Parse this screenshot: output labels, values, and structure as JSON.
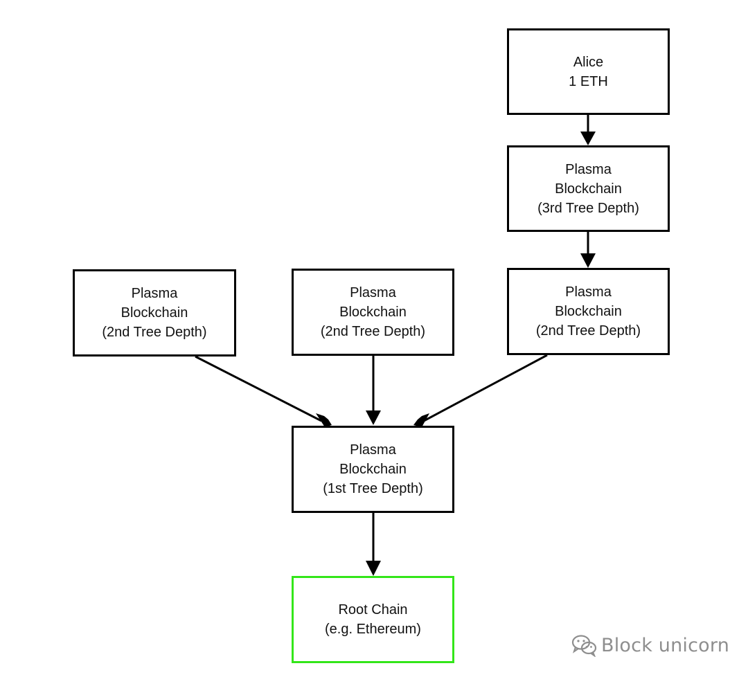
{
  "nodes": {
    "alice": {
      "line1": "Alice",
      "line2": "1 ETH"
    },
    "depth3": {
      "line1": "Plasma",
      "line2": "Blockchain",
      "line3": "(3rd Tree Depth)"
    },
    "d2_left": {
      "line1": "Plasma",
      "line2": "Blockchain",
      "line3": "(2nd Tree Depth)"
    },
    "d2_mid": {
      "line1": "Plasma",
      "line2": "Blockchain",
      "line3": "(2nd Tree Depth)"
    },
    "d2_right": {
      "line1": "Plasma",
      "line2": "Blockchain",
      "line3": "(2nd Tree Depth)"
    },
    "depth1": {
      "line1": "Plasma",
      "line2": "Blockchain",
      "line3": "(1st Tree Depth)"
    },
    "root": {
      "line1": "Root Chain",
      "line2": "(e.g. Ethereum)"
    }
  },
  "edges": [
    {
      "from": "alice",
      "to": "depth3"
    },
    {
      "from": "depth3",
      "to": "d2_right"
    },
    {
      "from": "d2_left",
      "to": "depth1"
    },
    {
      "from": "d2_mid",
      "to": "depth1"
    },
    {
      "from": "d2_right",
      "to": "depth1"
    },
    {
      "from": "depth1",
      "to": "root"
    }
  ],
  "colors": {
    "node_border": "#000000",
    "root_border": "#33e619",
    "watermark": "#8e8e8e"
  },
  "watermark": {
    "icon": "wechat-icon",
    "text": "Block unicorn"
  }
}
